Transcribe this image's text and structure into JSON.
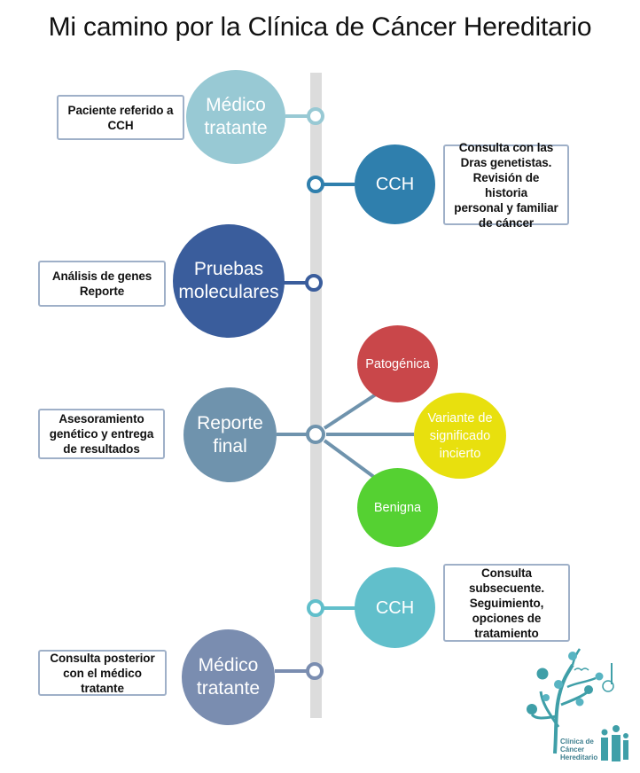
{
  "title": "Mi camino por la Clínica de Cáncer Hereditario",
  "colors": {
    "teal_light": "#98c9d4",
    "cch_blue": "#2f7fad",
    "dark_blue": "#3a5d9c",
    "grey_blue": "#6f93ad",
    "patogenica_red": "#c9474a",
    "incierto_yellow": "#e8e00e",
    "benigna_green": "#55d132",
    "cch_teal": "#61bfcb",
    "medico_slate": "#7a8db0",
    "timeline_grey": "#dcdcdc"
  },
  "steps": [
    {
      "circle": "Médico\ntratante",
      "note": "Paciente referido a\nCCH"
    },
    {
      "circle": "CCH",
      "note": "Consulta con las\nDras genetistas.\nRevisión de historia\npersonal y familiar\nde cáncer"
    },
    {
      "circle": "Pruebas\nmoleculares",
      "note": "Análisis de genes\nReporte"
    },
    {
      "circle": "Reporte\nfinal",
      "note": "Asesoramiento\ngenético y entrega\nde resultados"
    },
    {
      "circle": "CCH",
      "note": "Consulta\nsubsecuente.\nSeguimiento,\nopciones de\ntratamiento"
    },
    {
      "circle": "Médico\ntratante",
      "note": "Consulta posterior\ncon el médico\ntratante"
    }
  ],
  "results": [
    {
      "label": "Patogénica"
    },
    {
      "label": "Variante de\nsignificado\nincierto"
    },
    {
      "label": "Benigna"
    }
  ],
  "logo": {
    "text": "Clínica de\nCáncer\nHereditario"
  }
}
